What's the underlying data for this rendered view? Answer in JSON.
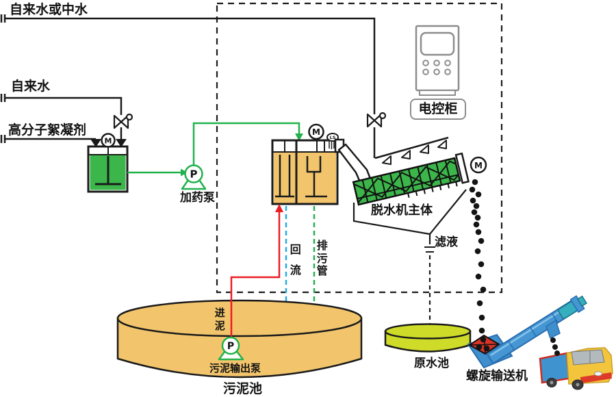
{
  "labels": {
    "tap_or_reclaimed_water": "自来水或中水",
    "tap_water": "自来水",
    "polymer_flocculant": "高分子絮凝剂",
    "dosing_pump": "加药泵",
    "electric_control_cabinet": "电控柜",
    "dewatering_machine_body": "脱水机主体",
    "filtrate": "滤液",
    "reflux": "回流",
    "drain_pipe": "排污管",
    "sludge_inlet": "进泥",
    "sludge_output_pump": "污泥输出泵",
    "sludge_pool": "污泥池",
    "raw_water_pool": "原水池",
    "screw_conveyor": "螺旋输送机"
  },
  "symbols": {
    "motor": "M",
    "pump": "P",
    "level_switch": "LS"
  },
  "colors": {
    "pipe_green": "#22b14c",
    "machine_green": "#3cb54a",
    "tank_tan": "#f2c56d",
    "raw_pool_green": "#cedc29",
    "reflux_blue": "#29abe2",
    "drain_green": "#22b14c",
    "sludge_red": "#ec1c24",
    "conveyor_blue": "#4596d2",
    "hopper_red": "#d63426",
    "truck_yellow": "#f2c53d",
    "cabinet_gray": "#8c8c8c",
    "line_black": "#1a1a1a"
  }
}
